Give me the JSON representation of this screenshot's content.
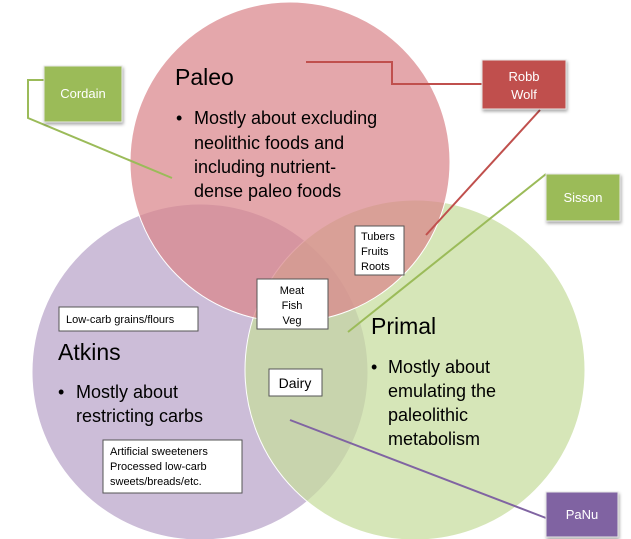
{
  "sets": {
    "paleo": {
      "title": "Paleo",
      "bullet_lines": [
        "Mostly about excluding",
        "neolithic foods and",
        "including nutrient-",
        "dense paleo foods"
      ]
    },
    "atkins": {
      "title": "Atkins",
      "bullet_lines": [
        "Mostly about",
        "restricting carbs"
      ]
    },
    "primal": {
      "title": "Primal",
      "bullet_lines": [
        "Mostly about",
        "emulating the",
        "paleolithic",
        "metabolism"
      ]
    }
  },
  "boxes": {
    "low_carb_grains": [
      "Low-carb grains/flours"
    ],
    "artificial": [
      "Artificial sweeteners",
      "Processed low-carb",
      "sweets/breads/etc."
    ],
    "tubers": [
      "Tubers",
      "Fruits",
      "Roots"
    ],
    "meat": [
      "Meat",
      "Fish",
      "Veg"
    ],
    "dairy": [
      "Dairy"
    ]
  },
  "proponents": {
    "cordain": [
      "Cordain"
    ],
    "robb_wolf": [
      "Robb",
      "Wolf"
    ],
    "sisson": [
      "Sisson"
    ],
    "panu": [
      "PaNu"
    ]
  },
  "colors": {
    "paleo": "#d9858a",
    "atkins": "#b9a3c9",
    "primal": "#c6dc9c",
    "cordain_tag": "#9bbb59",
    "robb_tag": "#c0504d",
    "panu_tag": "#8064a2"
  }
}
